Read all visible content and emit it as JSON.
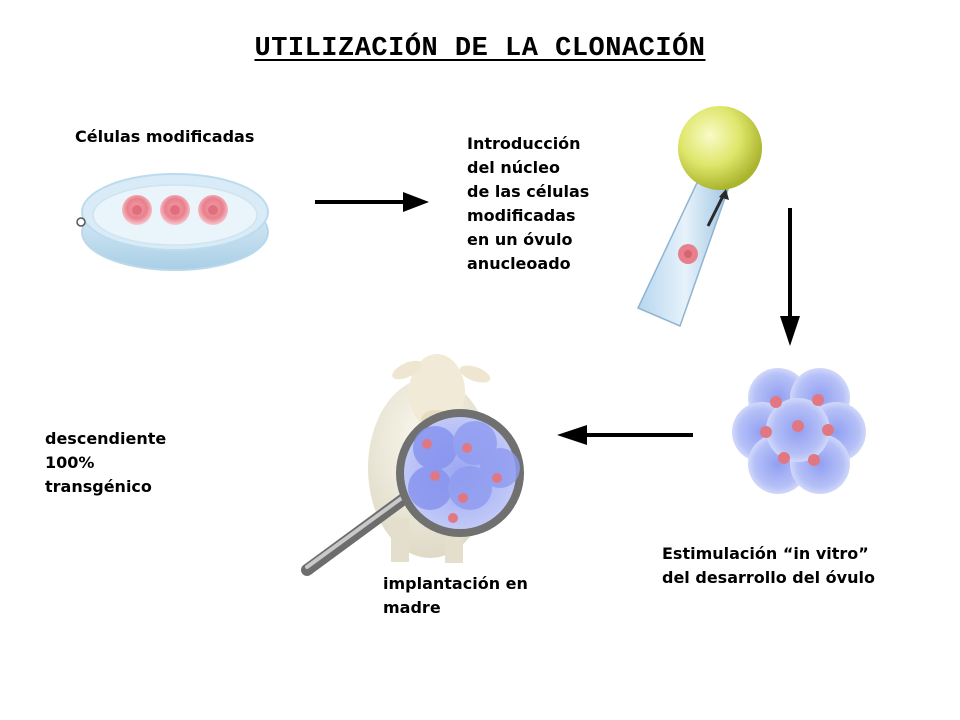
{
  "title": "UTILIZACIÓN DE LA CLONACIÓN",
  "labels": {
    "cells": "Células modificadas",
    "introduction": "Introducción\ndel núcleo\nde las células\nmodificadas\nen un óvulo\nanucleoado",
    "stimulation": "Estimulación “in vitro”\ndel desarrollo del óvulo",
    "implantation": "implantación en\nmadre",
    "descendant": "descendiente\n100%\ntransgénico"
  },
  "colors": {
    "cell": "#e8808c",
    "dish": "#cde6f4",
    "egg": "#d6e04e",
    "embryo": "#8f9ef0",
    "arrow": "#000000"
  }
}
